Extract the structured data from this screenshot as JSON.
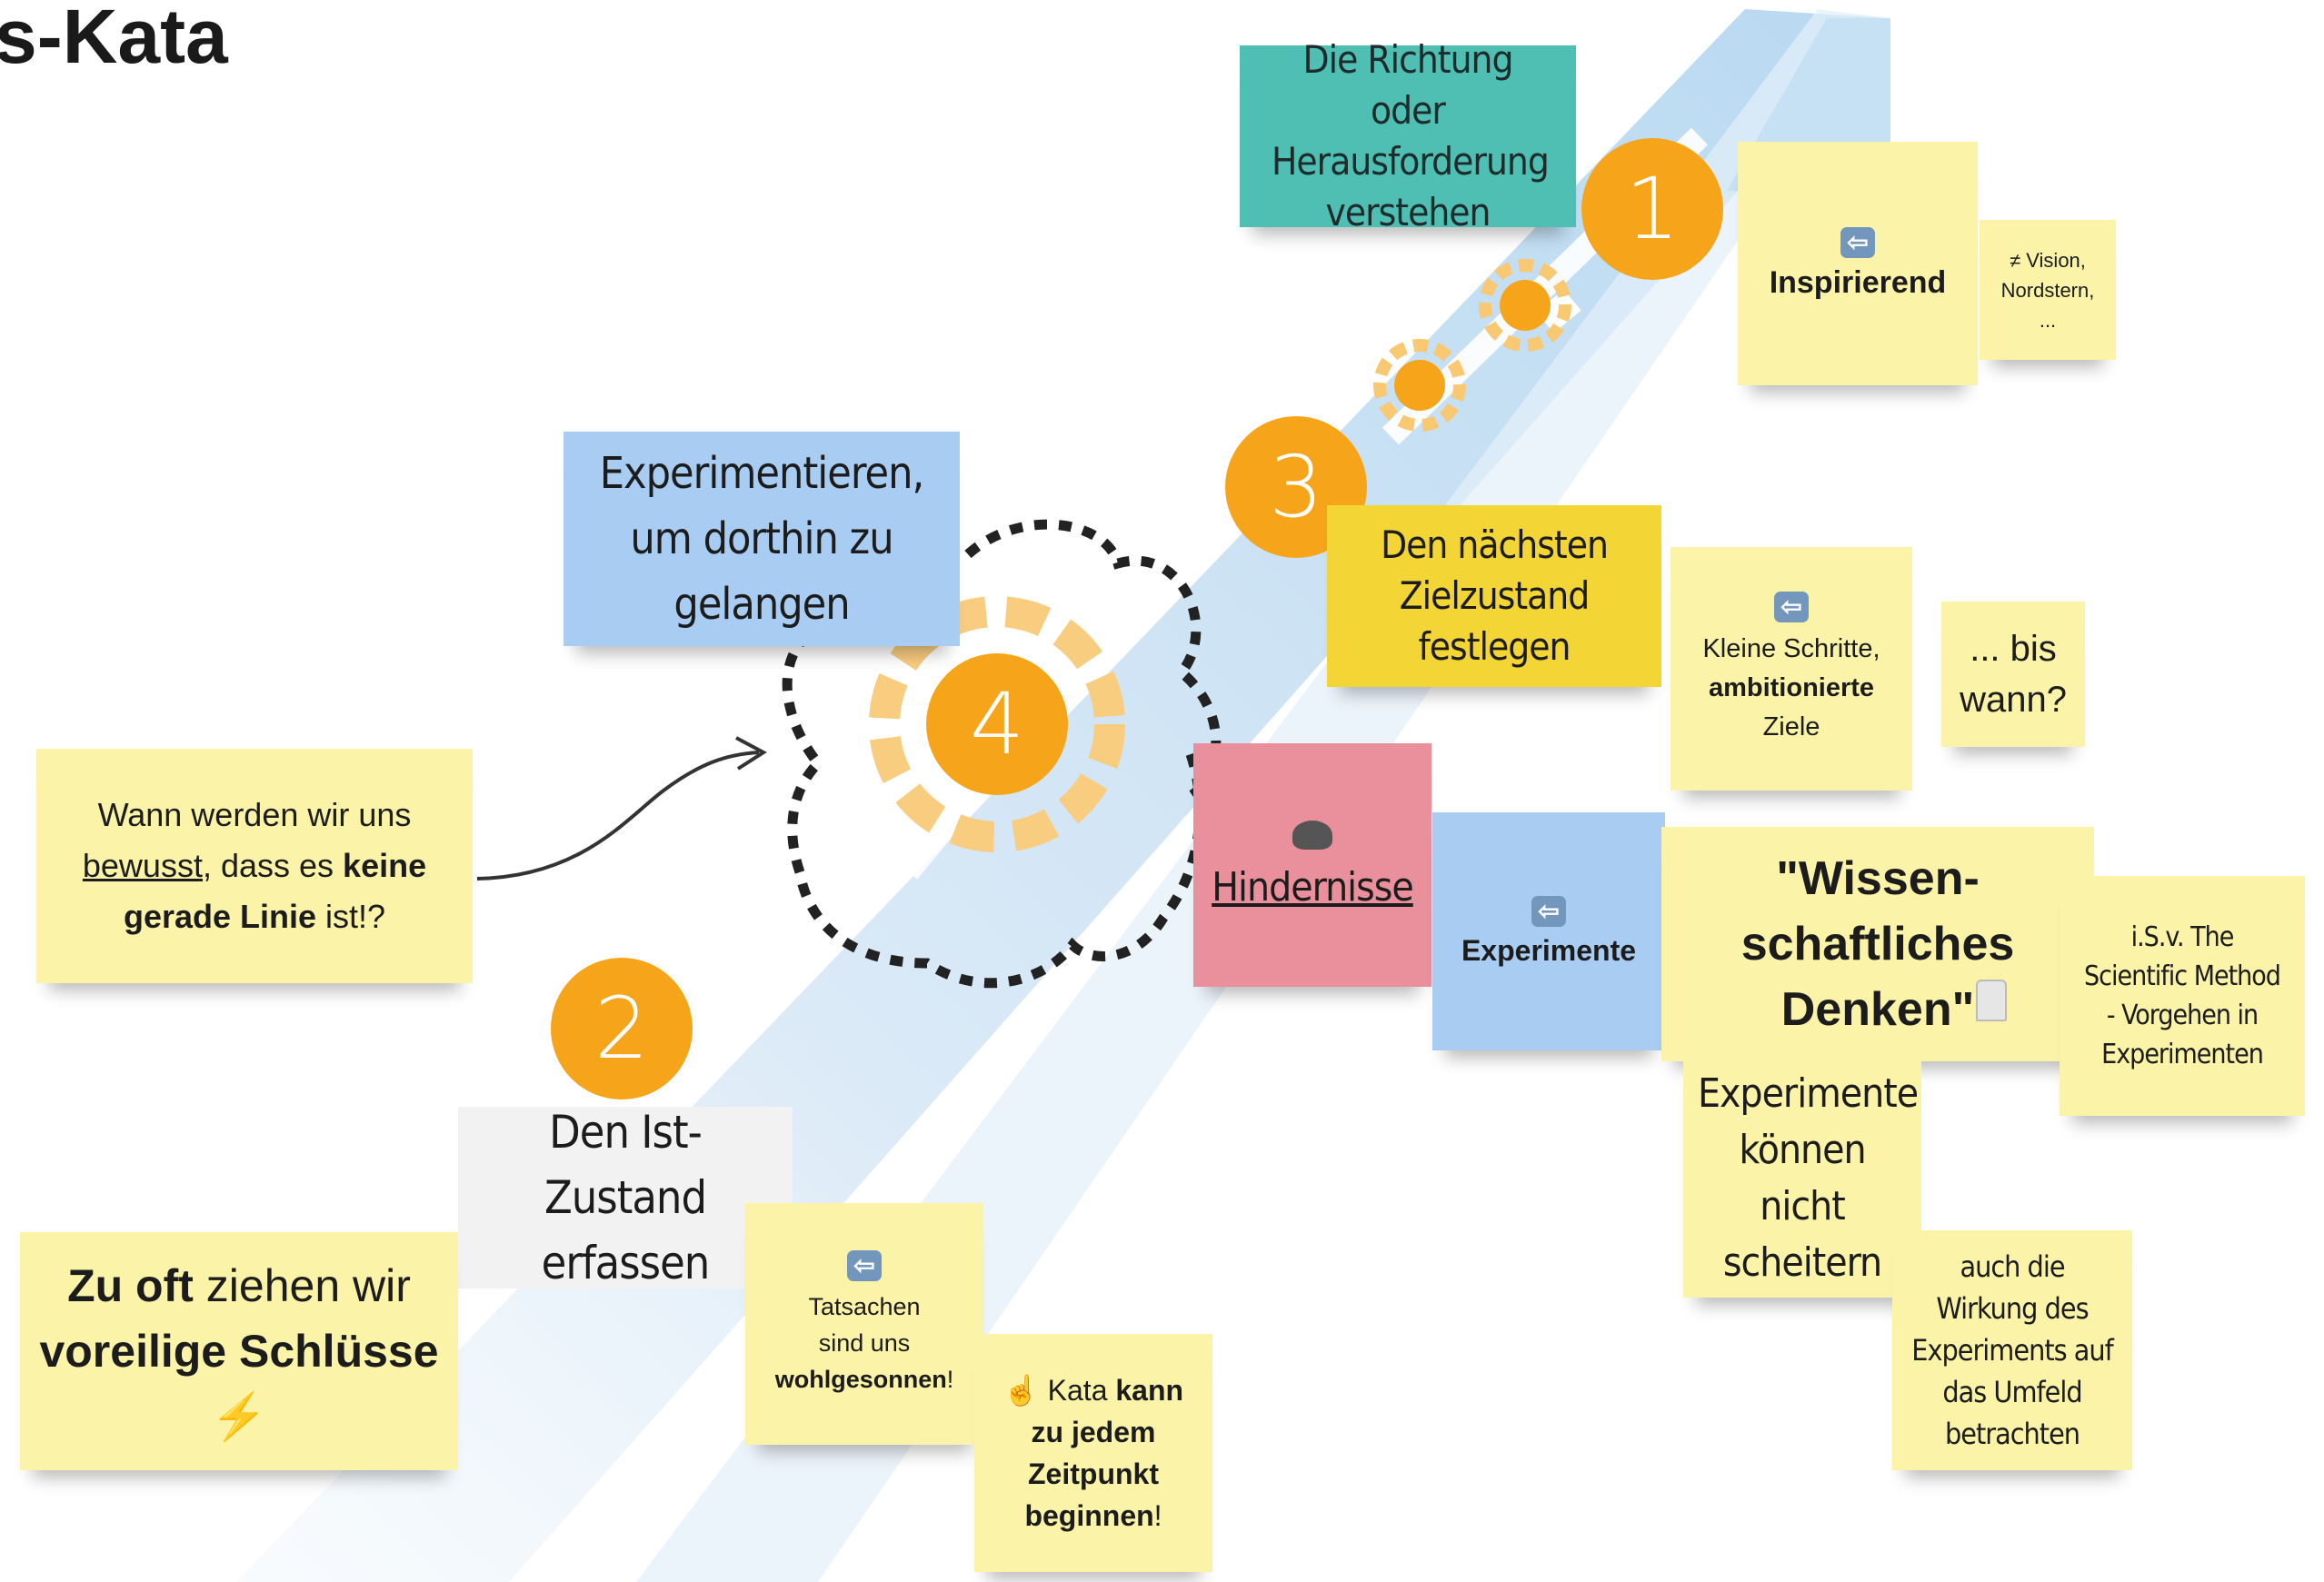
{
  "board_title": "s-Kata",
  "steps": {
    "step1": {
      "number": "1",
      "label": "Die Richtung oder Herausforderung verstehen"
    },
    "step2": {
      "number": "2",
      "label": "Den Ist-Zustand erfassen"
    },
    "step3": {
      "number": "3",
      "label": "Den nächsten Zielzustand festlegen"
    },
    "step4": {
      "number": "4",
      "label": "Experimentieren, um dorthin zu gelangen"
    }
  },
  "notes": {
    "inspirierend": {
      "icon": "back-arrow-icon",
      "text": "Inspirierend"
    },
    "vision": {
      "text": "≠ Vision, Nordstern, ..."
    },
    "kleine_schritte": {
      "icon": "back-arrow-icon",
      "line1": "Kleine Schritte,",
      "bold": "ambitionierte",
      "line3": "Ziele"
    },
    "bis_wann": {
      "text": "... bis wann?"
    },
    "hindernisse": {
      "icon": "rock-icon",
      "text": "Hindernisse"
    },
    "experimente": {
      "icon": "back-arrow-icon",
      "text": "Experimente"
    },
    "wissenschaft": {
      "text": "\"Wissen-schaftliches Denken\"",
      "icon": "lab-coat-icon"
    },
    "scientific_method": {
      "text": "i.S.v. The Scientific Method - Vorgehen in Experimenten"
    },
    "nicht_scheitern": {
      "text": "Experimente können nicht scheitern"
    },
    "wirkung": {
      "text": "auch die Wirkung des Experiments auf das Umfeld betrachten"
    },
    "gerade_linie": {
      "p1": "Wann werden wir uns ",
      "u": "bewusst",
      "p2": ", dass es ",
      "b1": "keine gerade Linie",
      "p3": " ist!?"
    },
    "voreilig": {
      "b1": "Zu oft",
      "p1": " ziehen wir ",
      "b2": "voreilige Schlüsse",
      "icon": "lightning-icon"
    },
    "tatsachen": {
      "icon": "back-arrow-icon",
      "p1": "Tatsachen sind uns",
      "b1": "wohlgesonnen",
      "p2": "!"
    },
    "kata_beginnen": {
      "icon": "pointing-finger-icon",
      "p1": " Kata ",
      "b1": "kann zu jedem Zeitpunkt beginnen",
      "p2": "!"
    }
  },
  "colors": {
    "sticky_yellow": "#fbf4a8",
    "teal": "#4fbfb4",
    "blue": "#a9cdf2",
    "gold": "#f3d535",
    "pink": "#ea8f9c",
    "orange_circle": "#f6a51a",
    "road": "#d2e6f7"
  }
}
